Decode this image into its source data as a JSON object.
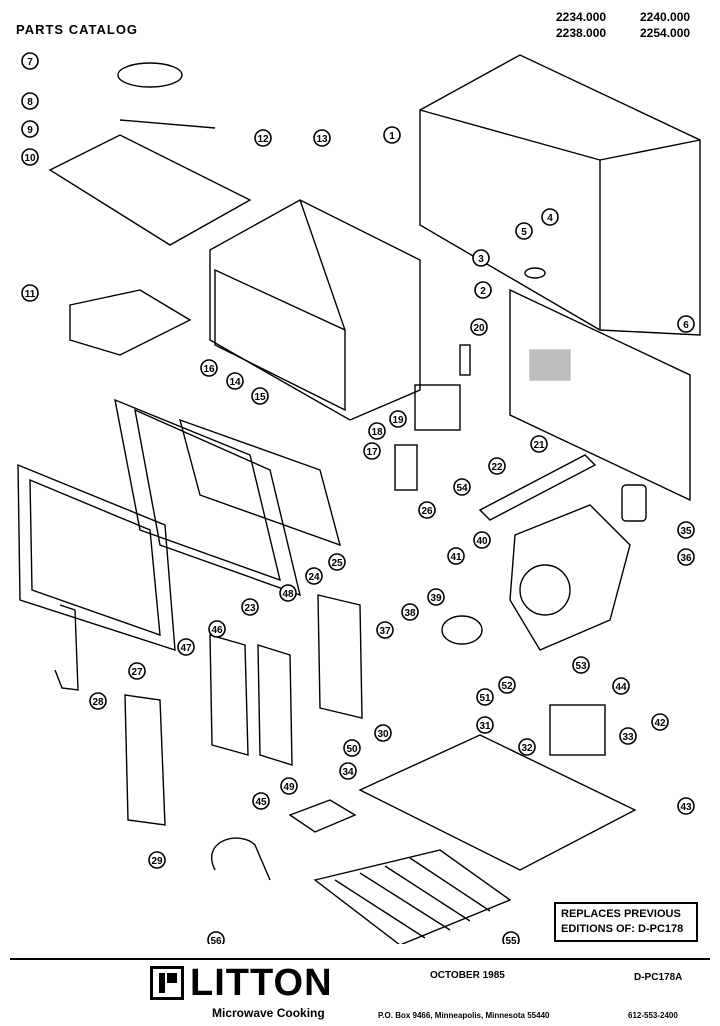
{
  "header": {
    "title": "PARTS CATALOG",
    "models": [
      "2234.000",
      "2240.000",
      "2238.000",
      "2254.000"
    ]
  },
  "callouts": [
    "1",
    "2",
    "3",
    "4",
    "5",
    "6",
    "7",
    "8",
    "9",
    "10",
    "11",
    "12",
    "13",
    "14",
    "15",
    "16",
    "17",
    "18",
    "19",
    "20",
    "21",
    "22",
    "23",
    "24",
    "25",
    "26",
    "27",
    "28",
    "29",
    "30",
    "31",
    "32",
    "33",
    "34",
    "35",
    "36",
    "37",
    "38",
    "39",
    "40",
    "41",
    "42",
    "43",
    "44",
    "45",
    "46",
    "47",
    "48",
    "49",
    "50",
    "51",
    "52",
    "53",
    "54",
    "55",
    "56"
  ],
  "replaces": {
    "line1": "REPLACES PREVIOUS",
    "line2": "EDITIONS OF: D-PC178"
  },
  "footer": {
    "brand": "LITTON",
    "brand_sub": "Microwave Cooking",
    "date": "OCTOBER 1985",
    "doc_id": "D-PC178A",
    "address": "P.O. Box 9466, Minneapolis, Minnesota 55440",
    "phone": "612-553-2400"
  }
}
